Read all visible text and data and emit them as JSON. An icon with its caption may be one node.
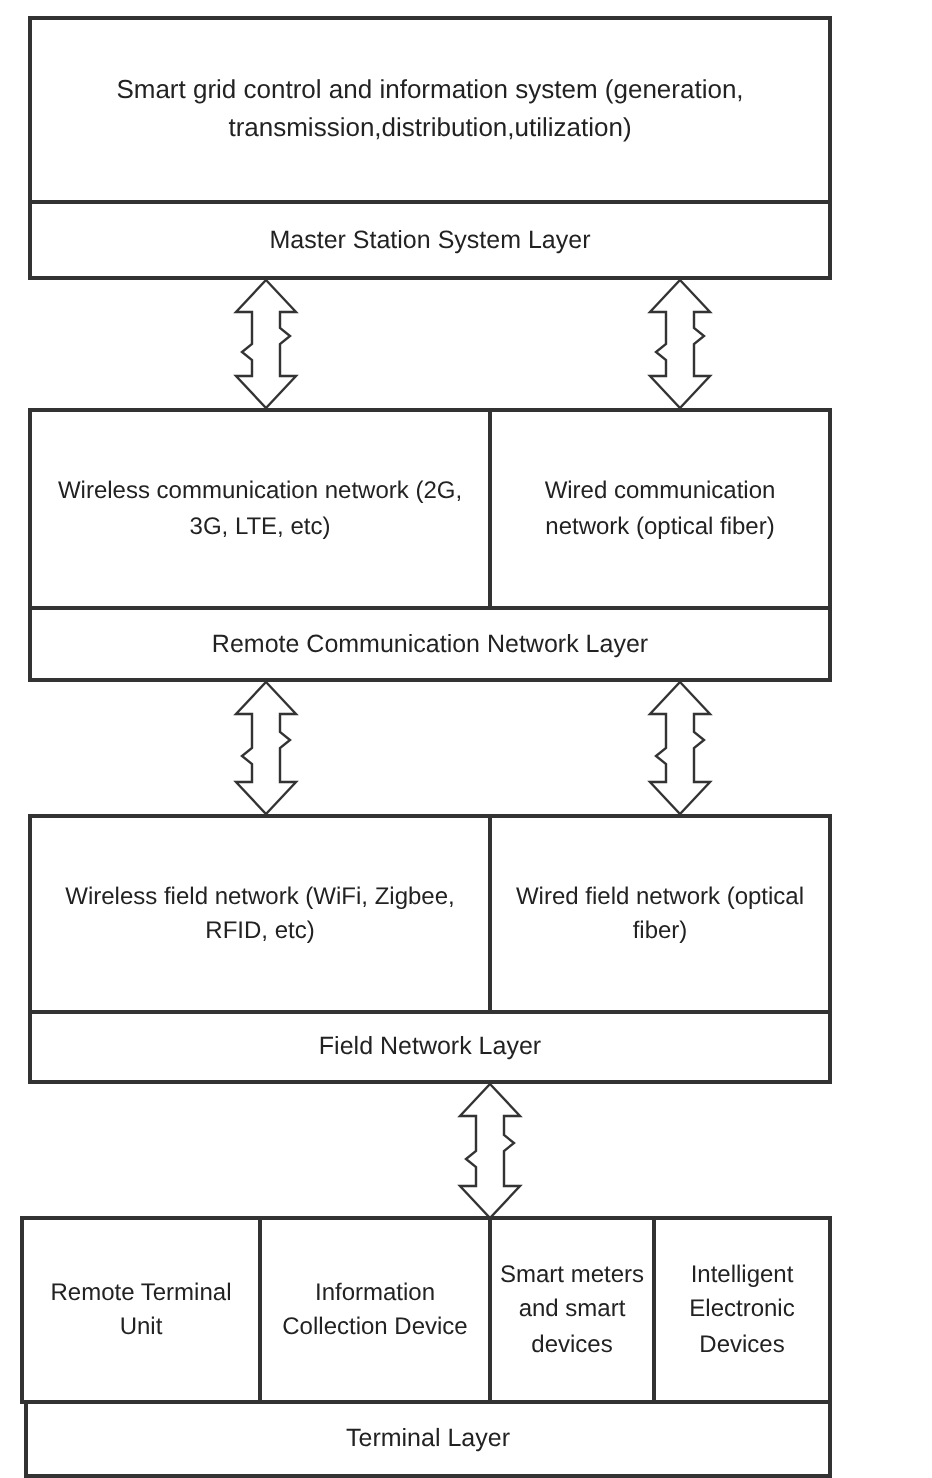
{
  "diagram": {
    "nodes": [
      {
        "text": [
          "Smart grid control and information system (generation, transmission,distribution,utilization)"
        ]
      },
      {
        "text": [
          "Master Station System Layer"
        ]
      },
      {
        "text": [
          "Wireless communication network (2G, 3G, LTE, etc)"
        ]
      },
      {
        "text": [
          "Wired communication network (optical fiber)"
        ]
      },
      {
        "text": [
          "Remote Communication Network Layer"
        ]
      },
      {
        "text": [
          "Wireless field network (WiFi, Zigbee, RFID, etc)"
        ]
      },
      {
        "text": [
          "Wired field network (optical fiber)"
        ]
      },
      {
        "text": [
          "Field Network Layer"
        ]
      },
      {
        "text": [
          "Remote Terminal Unit"
        ]
      },
      {
        "text": [
          "Information Collection Device"
        ]
      },
      {
        "text": [
          "Smart meters and smart devices"
        ]
      },
      {
        "text": [
          "Intelligent Electronic Devices"
        ]
      },
      {
        "text": [
          "Terminal Layer"
        ]
      }
    ],
    "edges": [
      {
        "from": 1,
        "to": 2,
        "arrow": "both"
      },
      {
        "from": 1,
        "to": 3,
        "arrow": "both"
      },
      {
        "from": 4,
        "to": 5,
        "arrow": "both"
      },
      {
        "from": 4,
        "to": 6,
        "arrow": "both"
      },
      {
        "from": 7,
        "to": null,
        "arrow": "both"
      }
    ]
  }
}
